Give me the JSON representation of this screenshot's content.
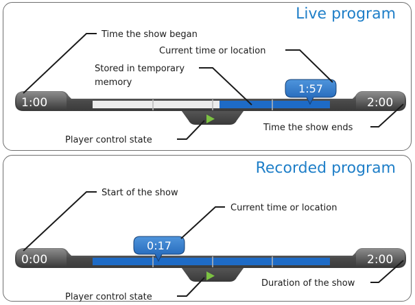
{
  "live": {
    "title": "Live program",
    "start_time": "1:00",
    "end_time": "2:00",
    "current_time": "1:57",
    "labels": {
      "began": "Time the show began",
      "current": "Current time or location",
      "stored_line1": "Stored in temporary",
      "stored_line2": "memory",
      "ends": "Time the show ends",
      "control": "Player control state"
    }
  },
  "recorded": {
    "title": "Recorded program",
    "start_time": "0:00",
    "end_time": "2:00",
    "current_time": "0:17",
    "labels": {
      "start": "Start of the show",
      "current": "Current time or location",
      "duration": "Duration of the show",
      "control": "Player control state"
    }
  },
  "colors": {
    "accent_blue": "#1e6bc6",
    "title_blue": "#1f7fc8",
    "bar_gray": "#4f4f4f",
    "buffer_light": "#ececec",
    "play_green": "#7cc242"
  }
}
